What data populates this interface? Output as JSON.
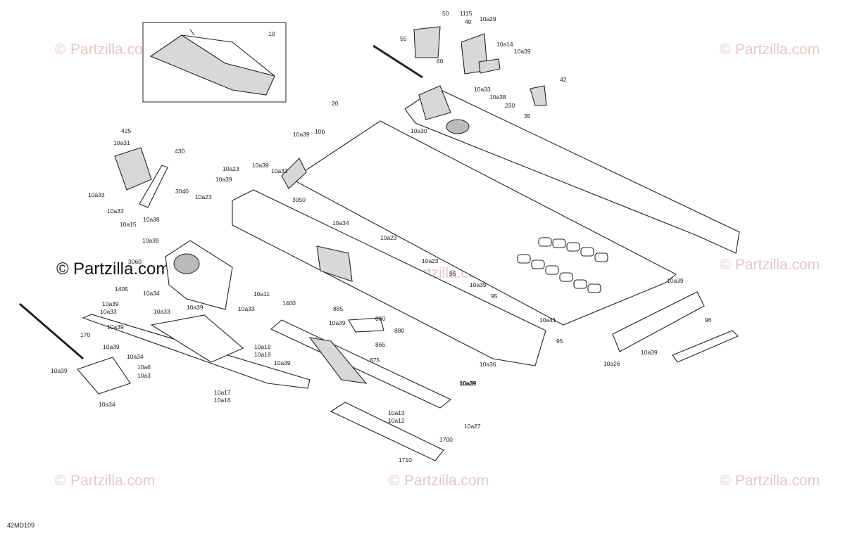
{
  "diagram_code": "42MD109",
  "watermark": {
    "text": "Partzilla.com",
    "symbol": "©"
  },
  "inset_label": "10",
  "callouts": [
    "50",
    "1115",
    "40",
    "10a29",
    "55",
    "60",
    "10a14",
    "10a39",
    "42",
    "10a33",
    "10a38",
    "230",
    "35",
    "20",
    "10a39",
    "10b",
    "10a30",
    "425",
    "10a31",
    "430",
    "10a23",
    "10a39",
    "10a33",
    "10a39",
    "3040",
    "10a23",
    "10a33",
    "10a33",
    "10a15",
    "10a38",
    "3050",
    "10a34",
    "10a23",
    "10a39",
    "3060",
    "10a34",
    "1405",
    "10a11",
    "10a33",
    "10a39",
    "10a33",
    "1400",
    "10a23",
    "95",
    "10a39",
    "95",
    "885",
    "860",
    "865",
    "880",
    "10a39",
    "875",
    "10a39",
    "10a41",
    "95",
    "10a36",
    "10a39",
    "96",
    "10a26",
    "10a39",
    "10a39",
    "10a33",
    "10a39",
    "170",
    "10a39",
    "10a34",
    "10a6",
    "10a3",
    "10a39",
    "10a34",
    "10a19",
    "10a18",
    "10a39",
    "10a17",
    "10a16",
    "10a39",
    "10a13",
    "10a12",
    "10a27",
    "1700",
    "1710"
  ]
}
